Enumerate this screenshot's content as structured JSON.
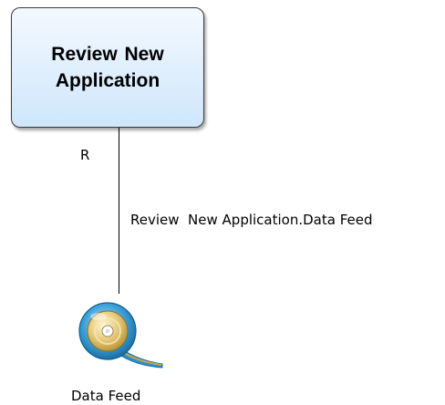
{
  "task": {
    "title": "Review  New\nApplication"
  },
  "connection": {
    "role": "R",
    "flow_label": "Review  New Application.Data Feed"
  },
  "data_object": {
    "icon": "data-feed-disc-icon",
    "label": "Data Feed"
  },
  "colors": {
    "box_fill_top": "#f3f9ff",
    "box_fill_bottom": "#cfe6fb",
    "box_border": "#3a3a3a",
    "icon_blue": "#2a8fc9",
    "icon_gold": "#c9a64a"
  }
}
